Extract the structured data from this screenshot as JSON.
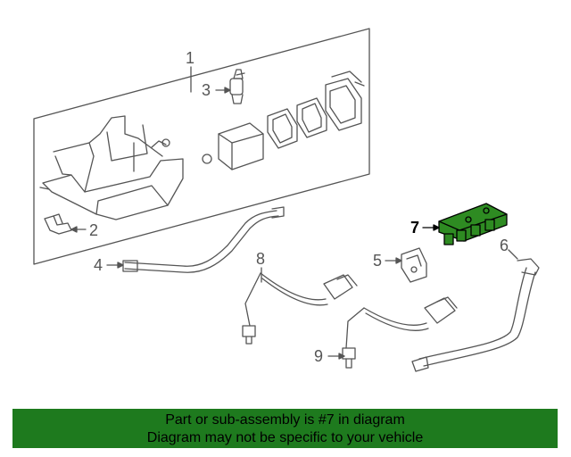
{
  "diagram": {
    "callouts": {
      "c1": "1",
      "c2": "2",
      "c3": "3",
      "c4": "4",
      "c5": "5",
      "c6": "6",
      "c7": "7",
      "c8": "8",
      "c9": "9"
    },
    "highlighted_part": "7",
    "highlight_color": "#2e8b22",
    "line_color": "#555555"
  },
  "banner": {
    "line1": "Part or sub-assembly is #7 in diagram",
    "line2": "Diagram may not be specific to your vehicle",
    "background": "#1e7a1e"
  }
}
